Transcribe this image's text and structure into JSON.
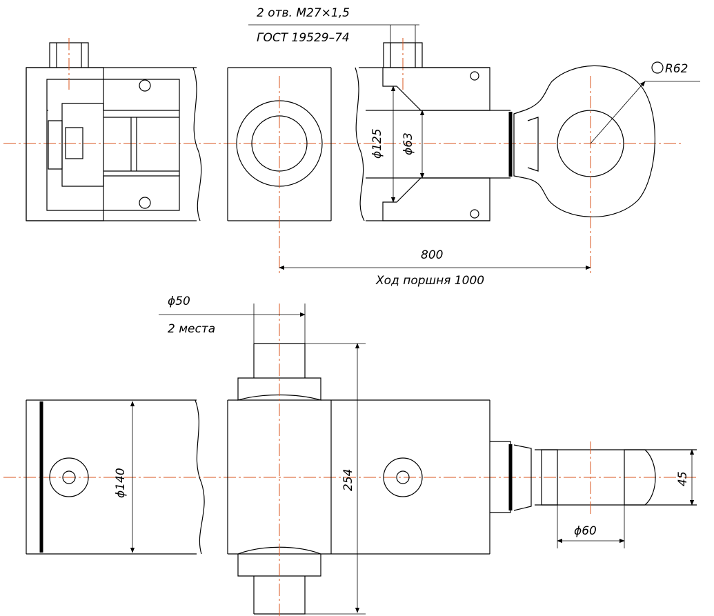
{
  "callouts": {
    "ports_label": "2 отв. M27×1,5",
    "ports_standard": "ГОСТ 19529–74",
    "eye_radius": "R62",
    "bore_dia": "ϕ125",
    "rod_dia": "ϕ63",
    "mount_to_eye": "800",
    "stroke_label": "Ход поршня 1000",
    "trunnion_dia": "ϕ50",
    "trunnion_count": "2 места",
    "body_dia": "ϕ140",
    "trunnion_span": "254",
    "eye_bore_dia": "ϕ60",
    "eye_width": "45"
  },
  "colors": {
    "lines": "#000000",
    "center_lines": "#d9541e",
    "background": "#ffffff"
  }
}
